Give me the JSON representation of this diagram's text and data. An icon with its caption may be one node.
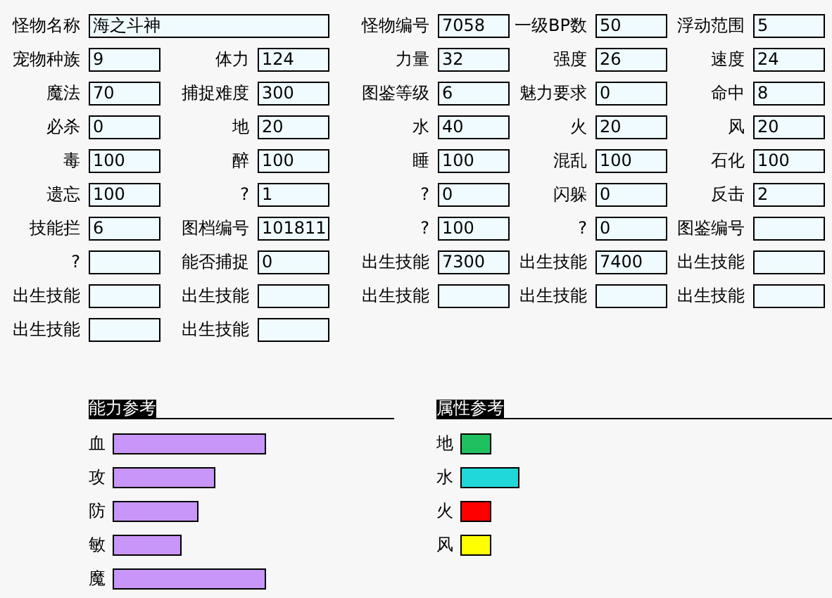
{
  "diagram": {
    "nodes": [
      {
        "text": [
          "海之斗神"
        ],
        "beside": [
          "怪物名称"
        ]
      },
      {
        "text": [
          "7058"
        ],
        "beside": [
          "怪物编号"
        ]
      },
      {
        "text": [
          "50"
        ],
        "beside": [
          "一级BP数"
        ]
      },
      {
        "text": [
          "5"
        ],
        "beside": [
          "浮动范围"
        ]
      },
      {
        "text": [
          "9"
        ],
        "beside": [
          "宠物种族"
        ]
      },
      {
        "text": [
          "124"
        ],
        "beside": [
          "体力"
        ]
      },
      {
        "text": [
          "32"
        ],
        "beside": [
          "力量"
        ]
      },
      {
        "text": [
          "26"
        ],
        "beside": [
          "强度"
        ]
      },
      {
        "text": [
          "24"
        ],
        "beside": [
          "速度"
        ]
      },
      {
        "text": [
          "70"
        ],
        "beside": [
          "魔法"
        ]
      },
      {
        "text": [
          "300"
        ],
        "beside": [
          "捕捉难度"
        ]
      },
      {
        "text": [
          "6"
        ],
        "beside": [
          "图鉴等级"
        ]
      },
      {
        "text": [
          "0"
        ],
        "beside": [
          "魅力要求"
        ]
      },
      {
        "text": [
          "8"
        ],
        "beside": [
          "命中"
        ]
      },
      {
        "text": [
          "0"
        ],
        "beside": [
          "必杀"
        ]
      },
      {
        "text": [
          "20"
        ],
        "beside": [
          "地"
        ]
      },
      {
        "text": [
          "40"
        ],
        "beside": [
          "水"
        ]
      },
      {
        "text": [
          "20"
        ],
        "beside": [
          "火"
        ]
      },
      {
        "text": [
          "20"
        ],
        "beside": [
          "风"
        ]
      },
      {
        "text": [
          "100"
        ],
        "beside": [
          "毒"
        ]
      },
      {
        "text": [
          "100"
        ],
        "beside": [
          "醉"
        ]
      },
      {
        "text": [
          "100"
        ],
        "beside": [
          "睡"
        ]
      },
      {
        "text": [
          "100"
        ],
        "beside": [
          "混乱"
        ]
      },
      {
        "text": [
          "100"
        ],
        "beside": [
          "石化"
        ]
      },
      {
        "text": [
          "100"
        ],
        "beside": [
          "遗忘"
        ]
      },
      {
        "text": [
          "1"
        ],
        "beside": [
          "?"
        ]
      },
      {
        "text": [
          "0"
        ],
        "beside": [
          "?"
        ]
      },
      {
        "text": [
          "0"
        ],
        "beside": [
          "闪躲"
        ]
      },
      {
        "text": [
          "2"
        ],
        "beside": [
          "反击"
        ]
      },
      {
        "text": [
          "6"
        ],
        "beside": [
          "技能拦"
        ]
      },
      {
        "text": [
          "101811"
        ],
        "beside": [
          "图档编号"
        ]
      },
      {
        "text": [
          "100"
        ],
        "beside": [
          "?"
        ]
      },
      {
        "text": [
          "0"
        ],
        "beside": [
          "?"
        ]
      },
      {
        "text": [],
        "shape": "box",
        "beside": [
          "图鉴编号"
        ]
      },
      {
        "text": [],
        "shape": "box",
        "beside": [
          "?"
        ]
      },
      {
        "text": [
          "0"
        ],
        "beside": [
          "能否捕捉"
        ]
      },
      {
        "text": [
          "7300"
        ],
        "beside": [
          "出生技能"
        ]
      },
      {
        "text": [
          "7400"
        ],
        "beside": [
          "出生技能"
        ]
      },
      {
        "text": [],
        "shape": "box",
        "beside": [
          "出生技能"
        ]
      },
      {
        "text": [],
        "shape": "box",
        "beside": [
          "出生技能"
        ]
      },
      {
        "text": [],
        "shape": "box",
        "beside": [
          "出生技能"
        ]
      },
      {
        "text": [],
        "shape": "box",
        "beside": [
          "出生技能"
        ]
      },
      {
        "text": [],
        "shape": "box",
        "beside": [
          "出生技能"
        ]
      },
      {
        "text": [],
        "shape": "box",
        "beside": [
          "出生技能"
        ]
      },
      {
        "text": [],
        "shape": "box",
        "beside": [
          "出生技能"
        ]
      },
      {
        "text": [],
        "shape": "box",
        "beside": [
          "出生技能"
        ]
      },
      {
        "text": [],
        "shape": "bar",
        "beside": [
          "血"
        ]
      },
      {
        "text": [],
        "shape": "bar",
        "beside": [
          "攻"
        ]
      },
      {
        "text": [],
        "shape": "bar",
        "beside": [
          "防"
        ]
      },
      {
        "text": [],
        "shape": "bar",
        "beside": [
          "敏"
        ]
      },
      {
        "text": [],
        "shape": "bar",
        "beside": [
          "魔"
        ]
      },
      {
        "text": [],
        "shape": "bar",
        "beside": [
          "地"
        ]
      },
      {
        "text": [],
        "shape": "bar",
        "beside": [
          "水"
        ]
      },
      {
        "text": [],
        "shape": "bar",
        "beside": [
          "火"
        ]
      },
      {
        "text": [],
        "shape": "bar",
        "beside": [
          "风"
        ]
      }
    ],
    "labels": [
      "能力参考",
      "属性参考"
    ]
  }
}
